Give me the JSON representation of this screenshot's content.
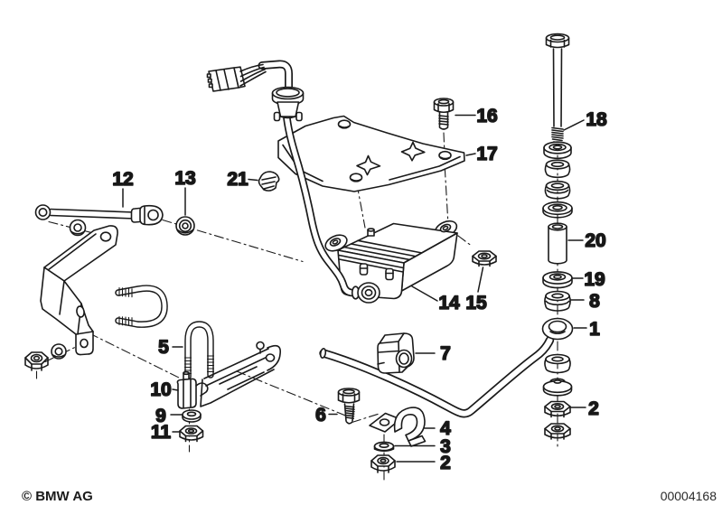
{
  "diagram": {
    "copyright": "© BMW AG",
    "image_number": "00004168",
    "colors": {
      "line": "#1a1a1a",
      "background": "#ffffff"
    },
    "callouts": [
      {
        "label": "1"
      },
      {
        "label": "2"
      },
      {
        "label": "2"
      },
      {
        "label": "3"
      },
      {
        "label": "4"
      },
      {
        "label": "5"
      },
      {
        "label": "6"
      },
      {
        "label": "7"
      },
      {
        "label": "8"
      },
      {
        "label": "9"
      },
      {
        "label": "10"
      },
      {
        "label": "11"
      },
      {
        "label": "12"
      },
      {
        "label": "13"
      },
      {
        "label": "14"
      },
      {
        "label": "15"
      },
      {
        "label": "16"
      },
      {
        "label": "17"
      },
      {
        "label": "18"
      },
      {
        "label": "19"
      },
      {
        "label": "20"
      },
      {
        "label": "21"
      }
    ]
  }
}
